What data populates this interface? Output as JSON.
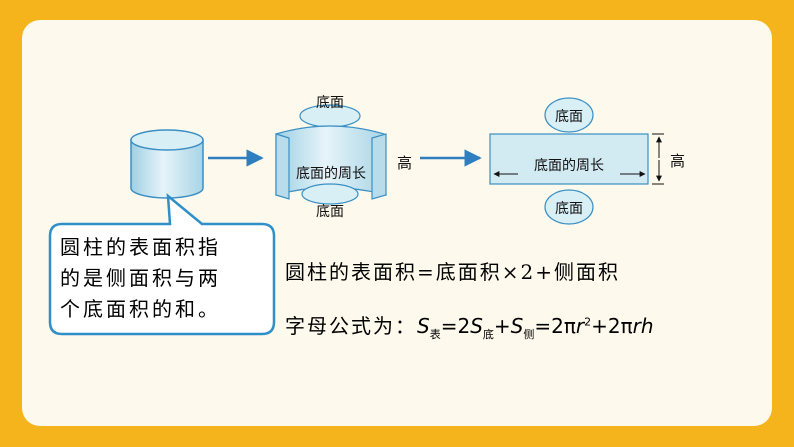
{
  "diagram": {
    "top_base_label": "底面",
    "bottom_base_label": "底面",
    "circumference_label_mid": "底面的周长",
    "height_label_mid": "高",
    "net_top_label": "底面",
    "net_bottom_label": "底面",
    "net_circumference_label": "底面的周长",
    "net_height_label": "高"
  },
  "bubble": {
    "lines": [
      "圆柱的表面积指",
      "的是侧面积与两",
      "个底面积的和。"
    ]
  },
  "formula_text": "圆柱的表面积=底面积×2+侧面积",
  "letter_formula": {
    "label": "字母公式为：",
    "S": "S",
    "sub_surface": "表",
    "eq1": "=2",
    "sub_base": "底",
    "plus1": "+",
    "sub_side": "侧",
    "eq2": "=2π",
    "r": "r",
    "sq": "2",
    "plus2": "+2π",
    "rh": "rh"
  },
  "colors": {
    "background": "#f6b41c",
    "panel": "#fdf9ec",
    "cylinder_fill": "#cfe9f1",
    "stroke": "#3a8fc4",
    "arrow": "#2f7fc0"
  }
}
